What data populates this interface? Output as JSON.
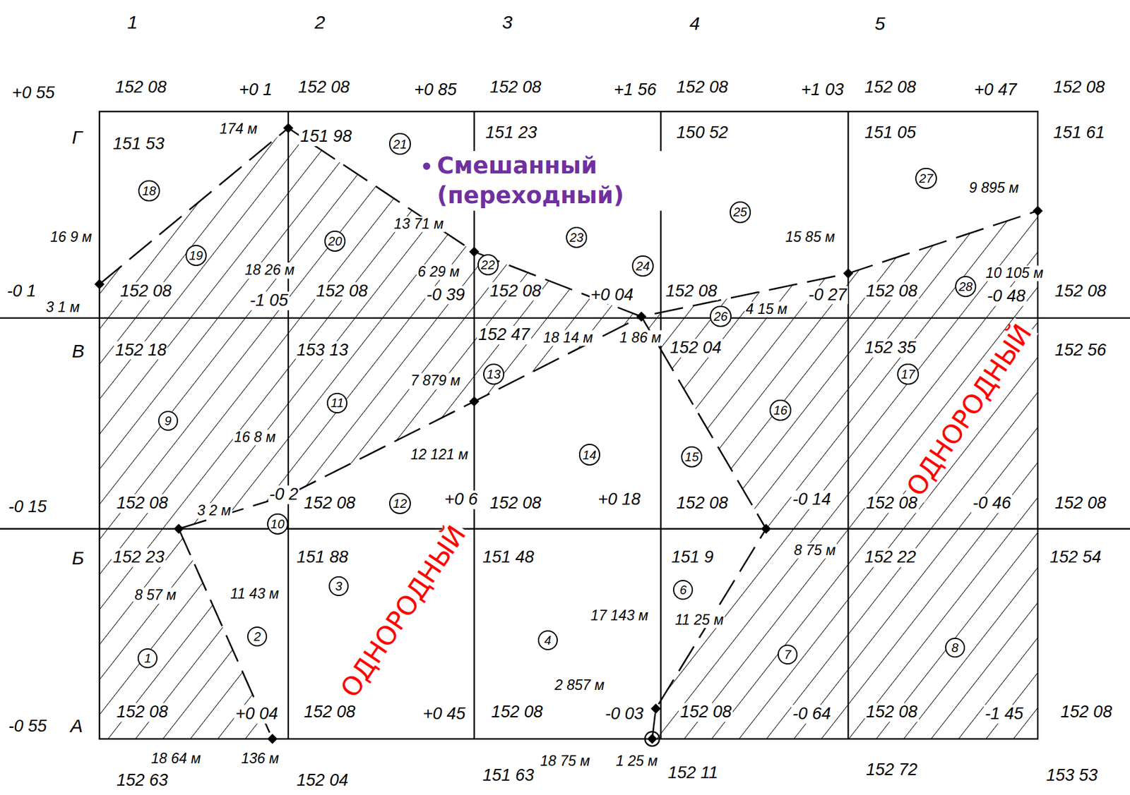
{
  "diagram": {
    "nodes": [
      {
        "text": [
          "1"
        ]
      },
      {
        "text": [
          "2"
        ]
      },
      {
        "text": [
          "3"
        ]
      },
      {
        "text": [
          "4"
        ]
      },
      {
        "text": [
          "6"
        ]
      },
      {
        "text": [
          "7"
        ]
      },
      {
        "text": [
          "8"
        ]
      },
      {
        "text": [
          "9"
        ]
      },
      {
        "text": [
          "10"
        ]
      },
      {
        "text": [
          "11"
        ]
      },
      {
        "text": [
          "12"
        ]
      },
      {
        "text": [
          "13"
        ]
      },
      {
        "text": [
          "14"
        ]
      },
      {
        "text": [
          "15"
        ]
      },
      {
        "text": [
          "16"
        ]
      },
      {
        "text": [
          "17"
        ]
      },
      {
        "text": [
          "18"
        ]
      },
      {
        "text": [
          "19"
        ]
      },
      {
        "text": [
          "20"
        ]
      },
      {
        "text": [
          "21"
        ]
      },
      {
        "text": [
          "22"
        ]
      },
      {
        "text": [
          "23"
        ]
      },
      {
        "text": [
          "24"
        ]
      },
      {
        "text": [
          "25"
        ]
      },
      {
        "text": [
          "26"
        ]
      },
      {
        "text": [
          "27"
        ]
      },
      {
        "text": [
          "28"
        ]
      }
    ],
    "labels": [
      "1",
      "2",
      "3",
      "4",
      "5",
      "Г",
      "В",
      "Б",
      "А",
      "+0 55",
      "152 08",
      "151 53",
      "+0 1",
      "152 08",
      "151 98",
      "+0 85",
      "152 08",
      "151 23",
      "+1 56",
      "152 08",
      "150 52",
      "+1 03",
      "152 08",
      "151 05",
      "+0 47",
      "152 08",
      "151 61",
      "-0 1",
      "152 08",
      "152 18",
      "-1 05",
      "152 08",
      "153 13",
      "-0 39",
      "152 08",
      "152 47",
      "+0 04",
      "152 08",
      "152 04",
      "-0 27",
      "152 08",
      "152 35",
      "-0 48",
      "152 08",
      "152 56",
      "-0 15",
      "152 08",
      "152 23",
      "-0 2",
      "152 08",
      "151 88",
      "+0 6",
      "152 08",
      "151 48",
      "+0 18",
      "152 08",
      "151 9",
      "-0 14",
      "152 08",
      "152 22",
      "-0 46",
      "152 08",
      "152 54",
      "-0 55",
      "152 08",
      "152 63",
      "+0 04",
      "152 08",
      "152 04",
      "+0 45",
      "152 08",
      "151 63",
      "-0 03",
      "152 08",
      "152 11",
      "-0 64",
      "152 08",
      "152 72",
      "-1 45",
      "152 08",
      "153 53",
      "174 м",
      "16 9 м",
      "3 1 м",
      "18 26 м",
      "13 71 м",
      "6 29 м",
      "9 895 м",
      "15 85 м",
      "10 105 м",
      "4 15 м",
      "18 14 м",
      "1 86 м",
      "7 879 м",
      "16 8 м",
      "12 121 м",
      "3 2 м",
      "8 57 м",
      "11 43 м",
      "8 75 м",
      "17 143 м",
      "11 25 м",
      "2 857 м",
      "18 64 м",
      "136 м",
      "18 75 м",
      "1 25 м",
      "Смешанный (переходный)",
      "ОДНОРОДНЫЙ",
      "ОДНОРОДНЫЙ"
    ]
  }
}
